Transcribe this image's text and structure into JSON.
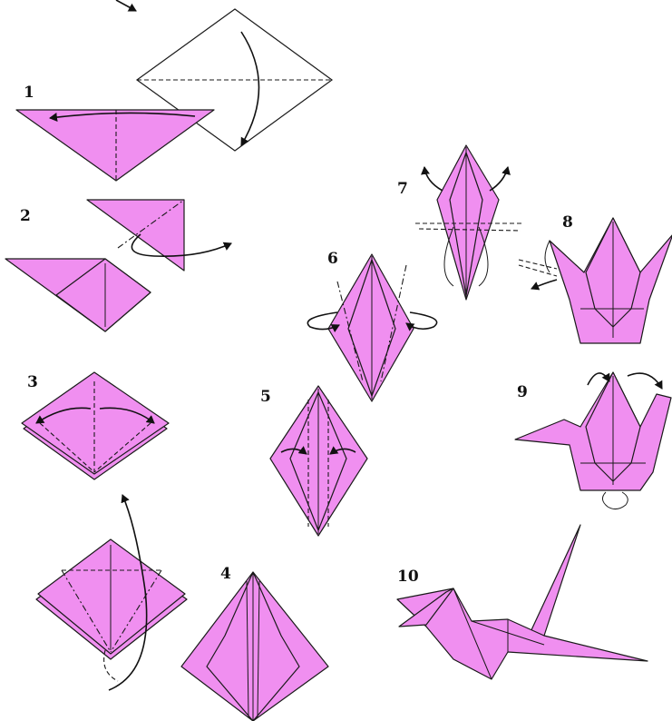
{
  "steps": {
    "s1": "1",
    "s2": "2",
    "s3": "3",
    "s4": "4",
    "s5": "5",
    "s6": "6",
    "s7": "7",
    "s8": "8",
    "s9": "9",
    "s10": "10"
  },
  "colors": {
    "paper": "#f08ff0",
    "outline": "#1a1a1a",
    "background": "#ffffff"
  }
}
